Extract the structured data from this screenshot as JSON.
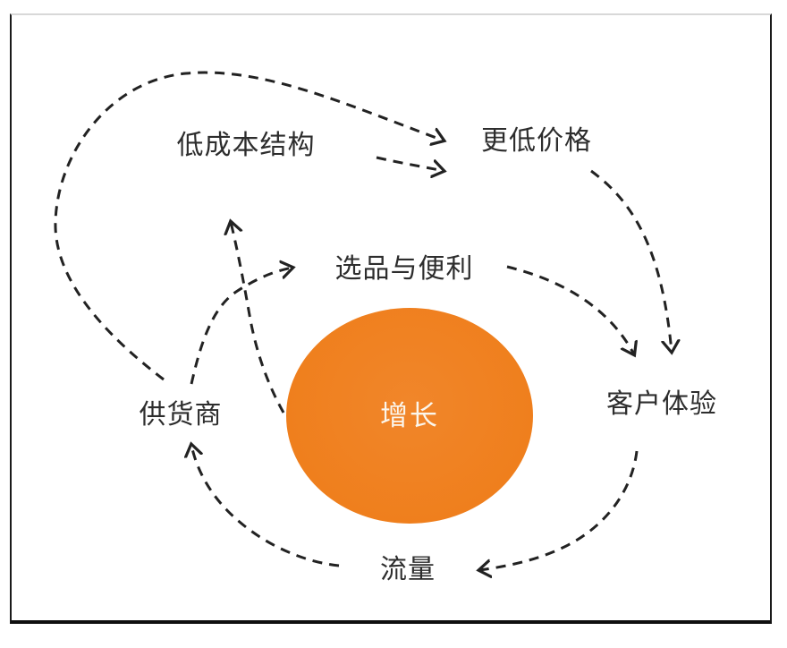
{
  "diagram": {
    "type": "flywheel",
    "center_node": {
      "id": "growth",
      "label": "增长"
    },
    "nodes": [
      {
        "id": "low-cost-structure",
        "label": "低成本结构"
      },
      {
        "id": "lower-prices",
        "label": "更低价格"
      },
      {
        "id": "selection-convenience",
        "label": "选品与便利"
      },
      {
        "id": "suppliers",
        "label": "供货商"
      },
      {
        "id": "customer-experience",
        "label": "客户体验"
      },
      {
        "id": "traffic",
        "label": "流量"
      }
    ],
    "edges": [
      {
        "from": "suppliers",
        "to": "lower-prices"
      },
      {
        "from": "low-cost-structure",
        "to": "lower-prices"
      },
      {
        "from": "lower-prices",
        "to": "customer-experience"
      },
      {
        "from": "selection-convenience",
        "to": "customer-experience"
      },
      {
        "from": "suppliers",
        "to": "selection-convenience"
      },
      {
        "from": "growth",
        "to": "low-cost-structure"
      },
      {
        "from": "customer-experience",
        "to": "traffic"
      },
      {
        "from": "traffic",
        "to": "suppliers"
      }
    ],
    "colors": {
      "accent_orange": "#EF7F1D",
      "arrow": "#222222",
      "text": "#2D2D2D",
      "center_text": "#FBF6EC",
      "frame_dark": "#1A1A1A",
      "frame_top": "#D8D8D8"
    }
  }
}
